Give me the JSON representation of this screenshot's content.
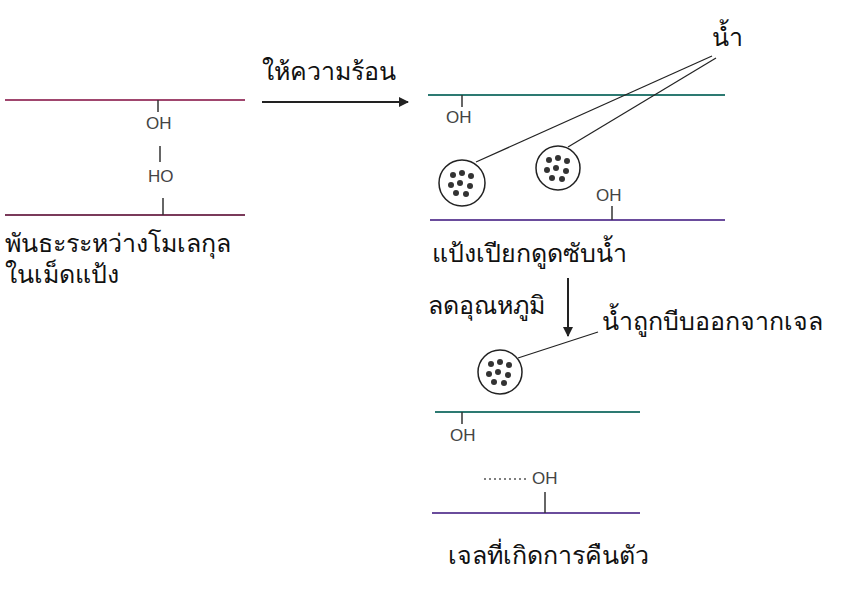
{
  "diagram": {
    "labels": [
      "OH",
      "HO",
      "พันธะระหว่างโมเลกุล ในเม็ดแป้ง",
      "ให้ความร้อน",
      "น้ำ",
      "OH",
      "OH",
      "แป้งเปียกดูดซับน้ำ",
      "ลดอุณหภูมิ",
      "น้ำถูกบีบออกจากเจล",
      "OH",
      "OH",
      "เจลที่เกิดการคืนตัว"
    ]
  }
}
